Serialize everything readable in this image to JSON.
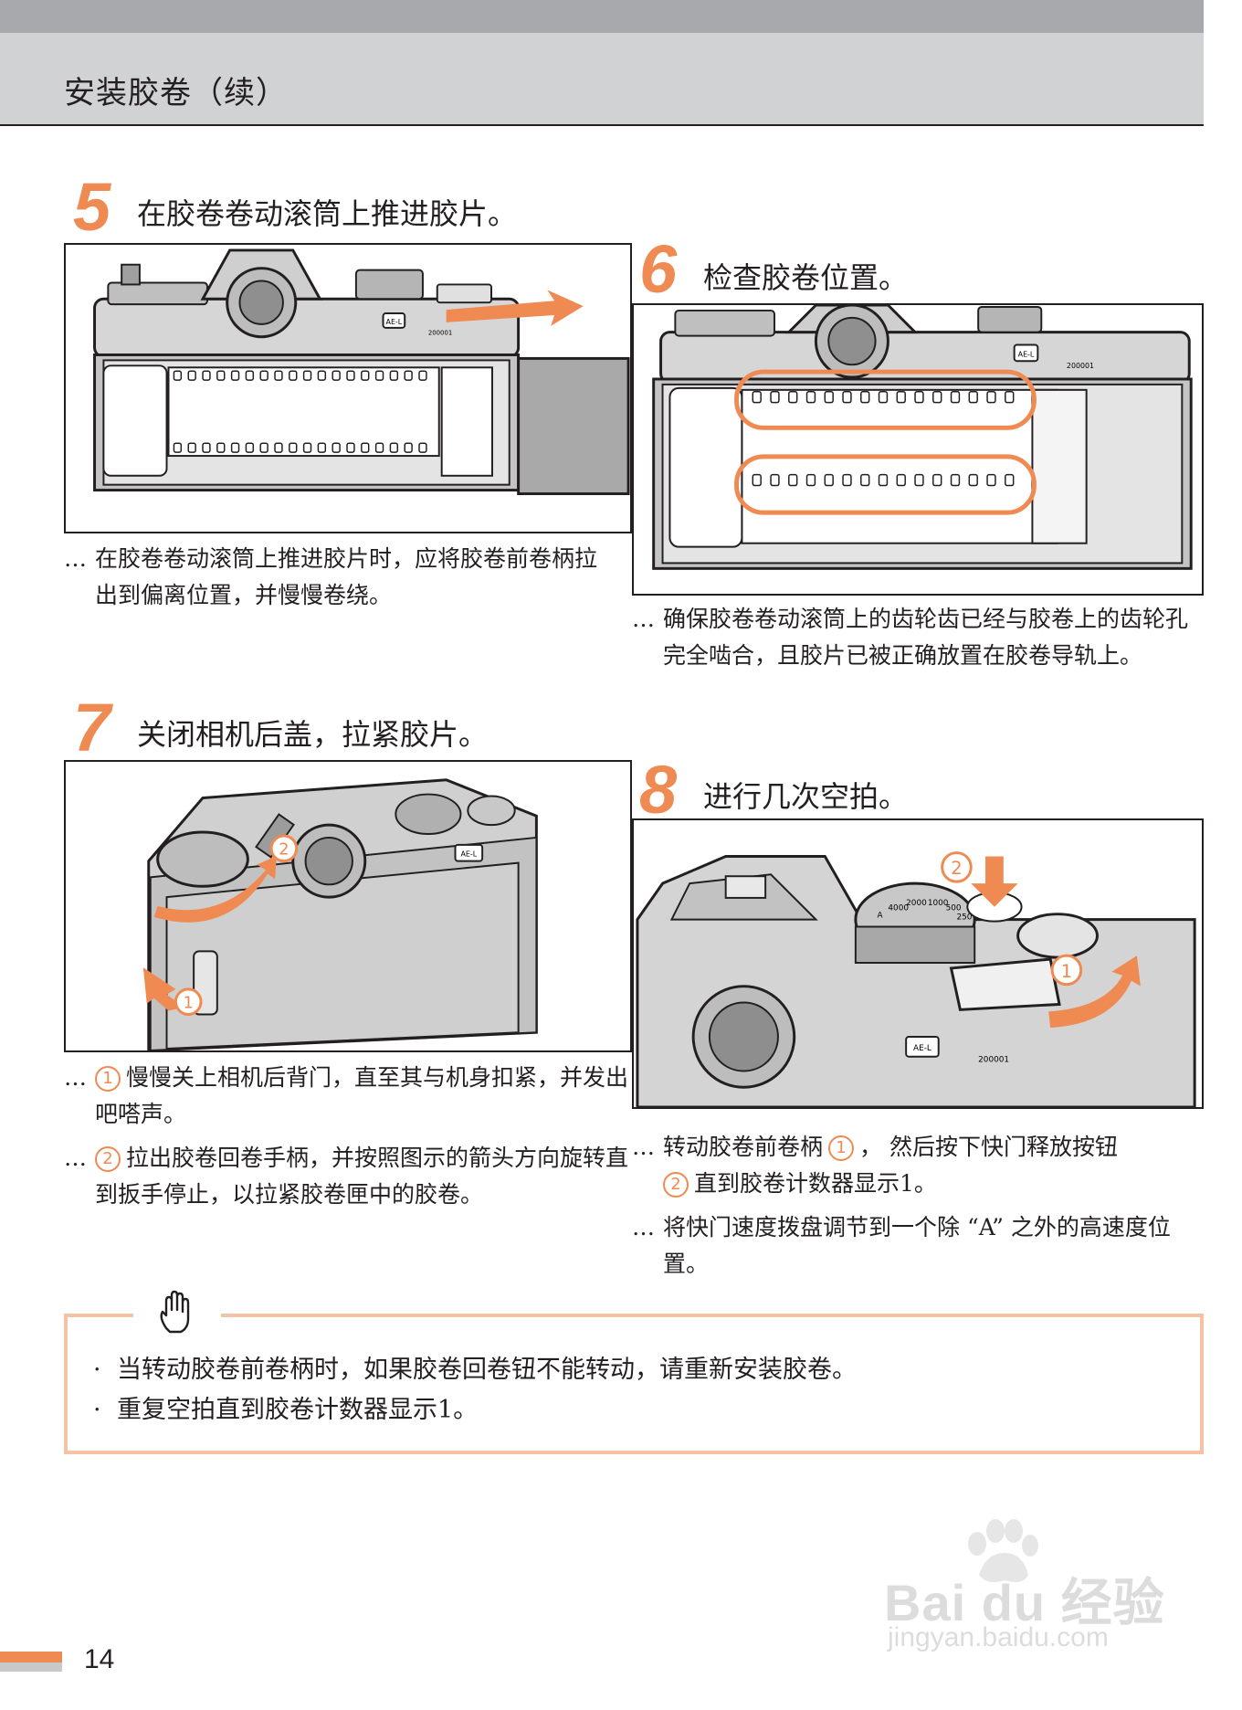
{
  "header": {
    "title": "安装胶卷（续）"
  },
  "steps": [
    {
      "number": "5",
      "title": "在胶卷卷动滚筒上推进胶片。",
      "desc": [
        {
          "bullet": "…",
          "text": "在胶卷卷动滚筒上推进胶片时，应将胶卷前卷柄拉出到偏离位置，并慢慢卷绕。"
        }
      ],
      "figure": {
        "body_label": "200001",
        "button_label": "AE-L"
      }
    },
    {
      "number": "6",
      "title": "检查胶卷位置。",
      "desc": [
        {
          "bullet": "…",
          "text": "确保胶卷卷动滚筒上的齿轮齿已经与胶卷上的齿轮孔完全啮合，且胶片已被正确放置在胶卷导轨上。"
        }
      ],
      "figure": {
        "body_label": "200001",
        "button_label": "AE-L"
      }
    },
    {
      "number": "7",
      "title": "关闭相机后盖，拉紧胶片。",
      "desc": [
        {
          "bullet": "…",
          "marker": "1",
          "text": "慢慢关上相机后背门，直至其与机身扣紧，并发出吧嗒声。"
        },
        {
          "bullet": "…",
          "marker": "2",
          "text": "拉出胶卷回卷手柄，并按照图示的箭头方向旋转直到扳手停止，以拉紧胶卷匣中的胶卷。"
        }
      ],
      "figure": {
        "button_label": "AE-L",
        "marker_1": "1",
        "marker_2": "2"
      }
    },
    {
      "number": "8",
      "title": "进行几次空拍。",
      "desc": [
        {
          "bullet": "…",
          "text_a": "转动胶卷前卷柄",
          "marker_a": "1",
          "text_b": "， 然后按下快门释放按钮",
          "marker_b": "2",
          "text_c": "直到胶卷计数器显示1。"
        },
        {
          "bullet": "…",
          "text": "将快门速度拨盘调节到一个除 “A” 之外的高速度位置。"
        }
      ],
      "figure": {
        "body_label": "200001",
        "button_label": "AE-L",
        "marker_1": "1",
        "marker_2": "2",
        "dial_labels": [
          "A",
          "4000",
          "2000",
          "1000",
          "500",
          "250"
        ]
      }
    }
  ],
  "note": {
    "items": [
      "当转动胶卷前卷柄时，如果胶卷回卷钮不能转动，请重新安装胶卷。",
      "重复空拍直到胶卷计数器显示1。"
    ]
  },
  "footer": {
    "page_number": "14"
  },
  "watermark": {
    "brand": "Bai du 经验",
    "site": "jingyan.baidu.com"
  },
  "colors": {
    "accent": "#ee8a52",
    "header_bg": "#d1d2d4",
    "note_border": "#f5c3a3",
    "camera_body": "#d6d6d6"
  }
}
